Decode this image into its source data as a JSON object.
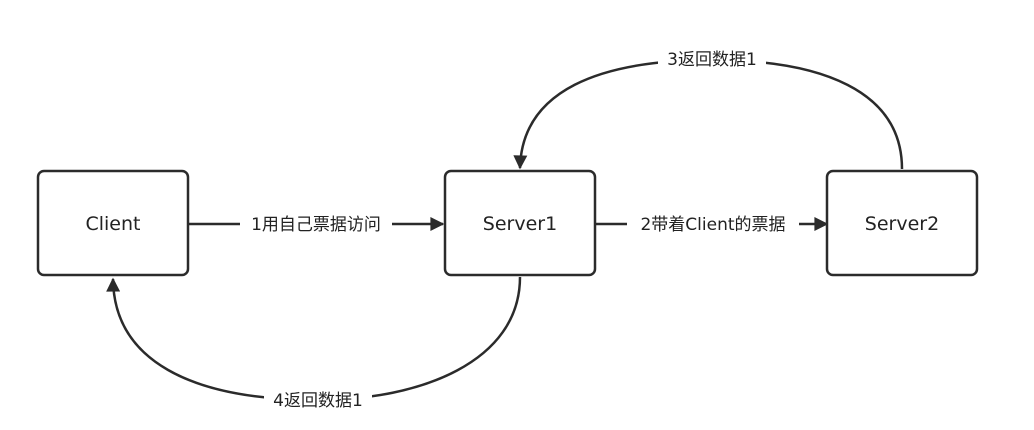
{
  "nodes": {
    "client": "Client",
    "server1": "Server1",
    "server2": "Server2"
  },
  "edges": {
    "client_to_server1": "1用自己票据访问",
    "server1_to_server2": "2带着Client的票据",
    "server2_to_server1": "3返回数据1",
    "server1_to_client": "4返回数据1"
  },
  "colors": {
    "stroke": "#2b2b2b",
    "text": "#222222",
    "background": "#ffffff"
  }
}
